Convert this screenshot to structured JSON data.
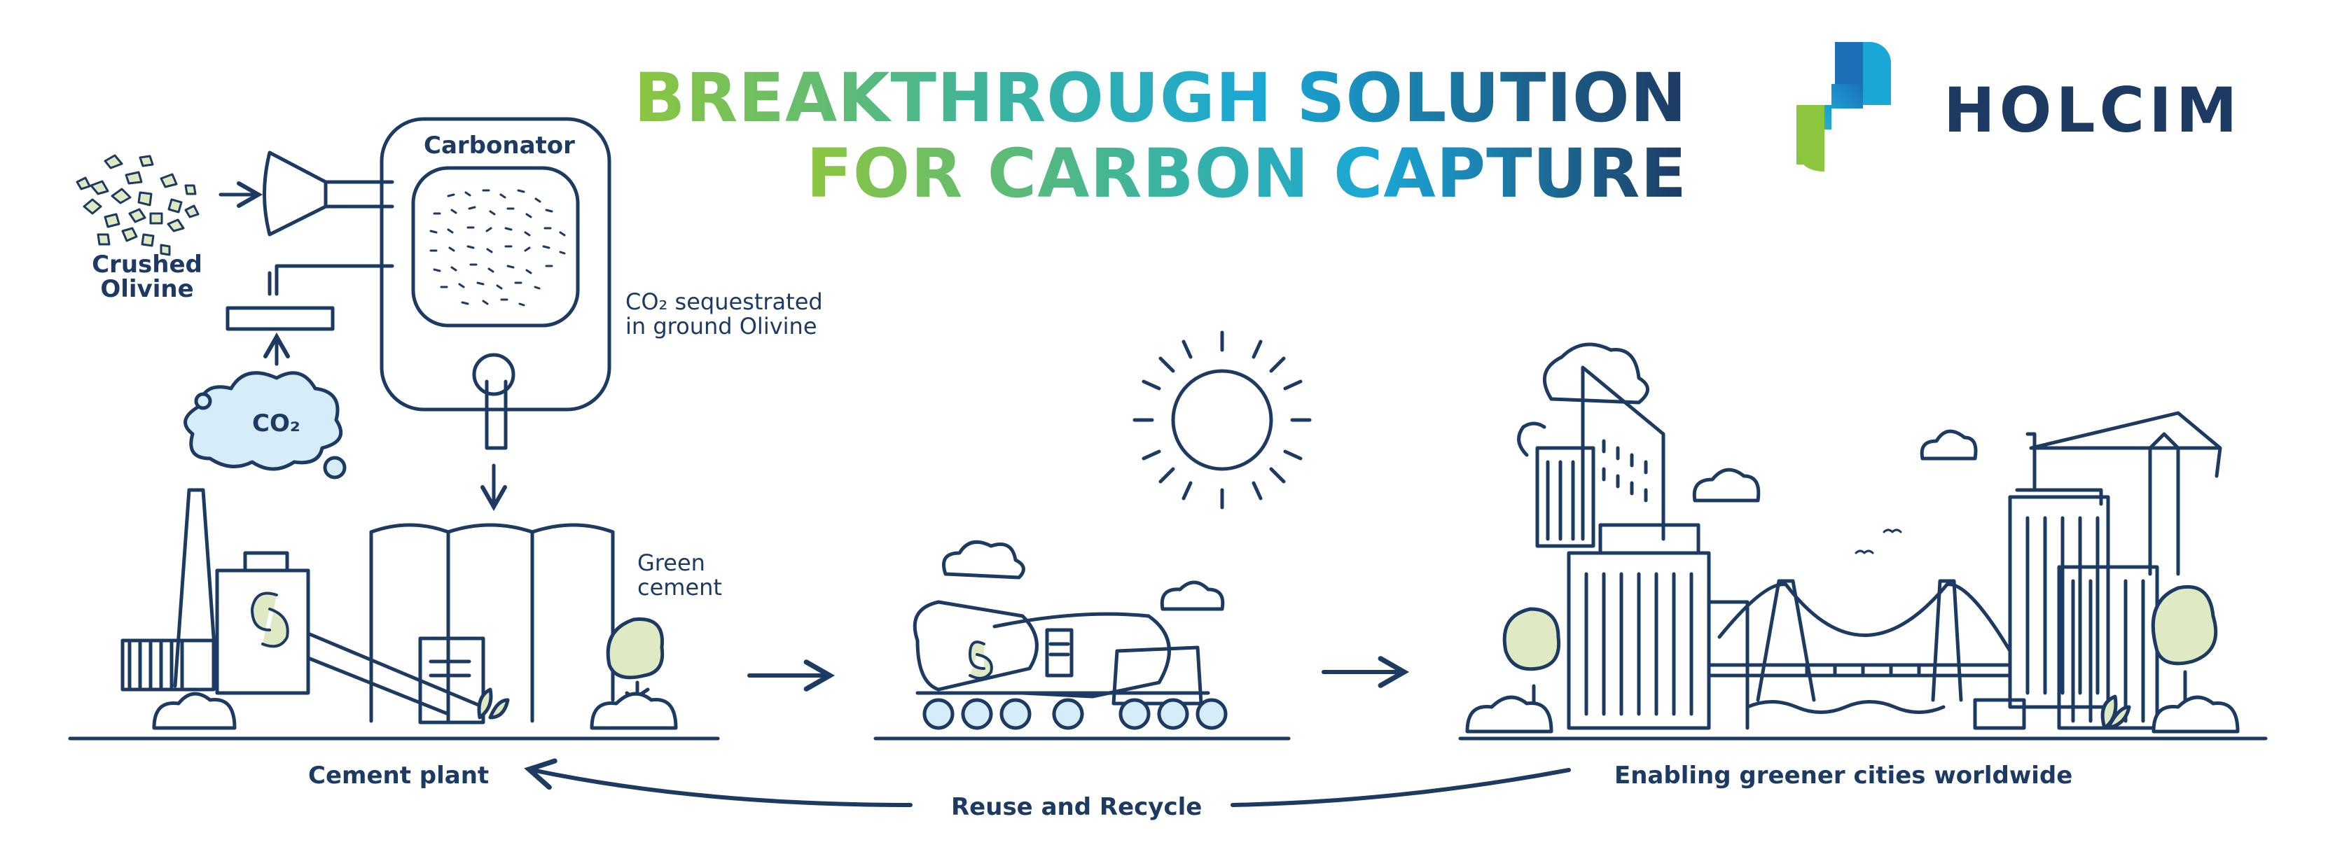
{
  "title": {
    "line1": "BREAKTHROUGH SOLUTION",
    "line2": "FOR CARBON CAPTURE"
  },
  "brand": {
    "name": "HOLCIM"
  },
  "labels": {
    "carbonator": "Carbonator",
    "crushed_line1": "Crushed",
    "crushed_line2": "Olivine",
    "co2": "CO₂",
    "sequestered_line1": "CO₂ sequestrated",
    "sequestered_line2": "in ground Olivine",
    "green_line1": "Green",
    "green_line2": "cement",
    "cement_plant": "Cement plant",
    "reuse": "Reuse and Recycle",
    "cities": "Enabling greener cities worldwide"
  },
  "colors": {
    "navy": "#1d3a63",
    "green": "#8cc63f",
    "teal": "#1aa7d6",
    "light_green": "#dfeac4",
    "light_blue": "#d6ecf8"
  }
}
